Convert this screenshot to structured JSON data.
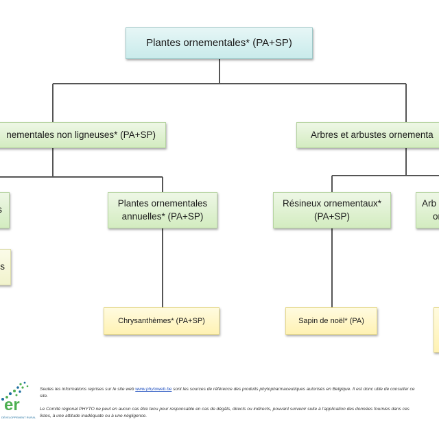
{
  "nodes": {
    "root": {
      "label": "Plantes ornementales* (PA+SP)"
    },
    "non_ligneuses": {
      "label": "nementales non ligneuses* (PA+SP)"
    },
    "arbres": {
      "label": "Arbres et arbustes ornementa"
    },
    "left_partial": {
      "label": "s"
    },
    "annuelles": {
      "line1": "Plantes ornementales",
      "line2": "annuelles* (PA+SP)"
    },
    "resineux": {
      "line1": "Résineux ornementaux*",
      "line2": "(PA+SP)"
    },
    "arb_partial": {
      "line1": "Arb",
      "line2": "orn"
    },
    "left_yellow": {
      "label": "es"
    },
    "chrysanthemes": {
      "label": "Chrysanthèmes* (PA+SP)"
    },
    "sapin": {
      "label": "Sapin de noël* (PA)"
    }
  },
  "footer": {
    "line1_pre": "Seules les informations reprises sur le site web ",
    "link": "www.phytoweb.be",
    "line1_post": " sont les sources de référence des produits phytopharmaceutiques autorisés en Belgique. Il est donc utile de consulter ce site.",
    "line2": "Le Comité régional PHYTO ne peut en aucun cas être tenu pour responsable en cas de dégâts, directs ou indirects, pouvant survenir suite à l'application des données fournies dans ces listes, à une attitude inadéquate ou à une négligence."
  },
  "logo": {
    "text": "er",
    "tagline": "DÉVELOPPEMENT RURAL"
  },
  "colors": {
    "root_fill": "#c9ebeb",
    "level1_fill": "#d3ecc0",
    "leaf_fill": "#fff2b3",
    "connector": "#555555",
    "logo_green": "#4caf50",
    "logo_blue": "#1e6f9f"
  }
}
